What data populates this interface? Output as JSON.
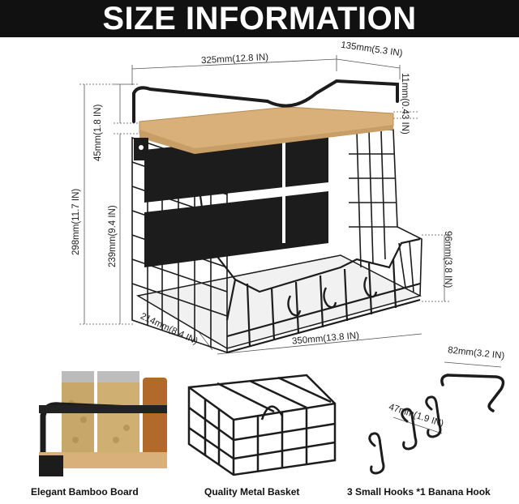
{
  "banner": {
    "title": "SIZE INFORMATION"
  },
  "dimensions": {
    "width_top": "325mm(12.8 IN)",
    "depth_top": "135mm(5.3 IN)",
    "rail_height": "11mm(0.43 IN)",
    "board_gap": "45mm(1.8 IN)",
    "total_height": "298mm(11.7 IN)",
    "basket_height": "239mm(9.4 IN)",
    "front_height": "96mm(3.8 IN)",
    "bottom_depth": "214mm(8.4 IN)",
    "bottom_width": "350mm(13.8 IN)",
    "banana_hook": "82mm(3.2 IN)",
    "small_hook": "47mm(1.9 IN)"
  },
  "captions": {
    "board": "Elegant Bamboo Board",
    "basket": "Quality Metal Basket",
    "hooks": "3 Small Hooks *1 Banana Hook"
  },
  "colors": {
    "banner": "#111111",
    "bamboo": "#d9b07a",
    "metal": "#1c1c1c",
    "dimension_line": "#555555"
  }
}
